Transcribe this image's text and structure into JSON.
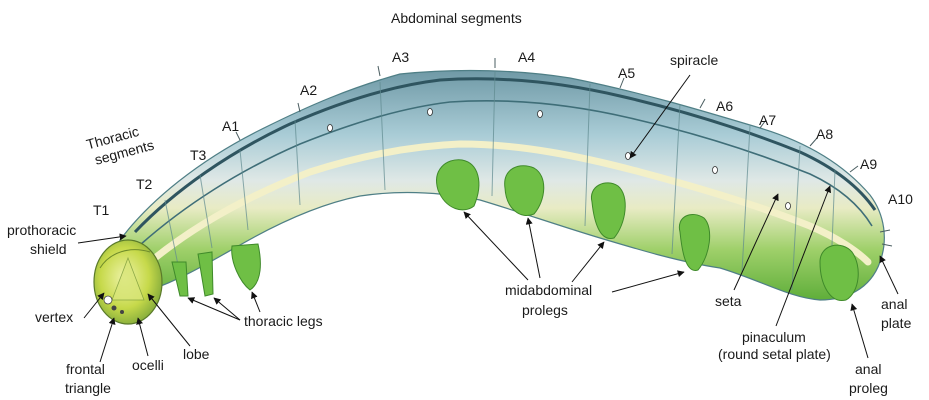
{
  "diagram": {
    "group_labels": {
      "abdominal": "Abdominal segments",
      "thoracic_line1": "Thoracic",
      "thoracic_line2": "segments"
    },
    "segments": {
      "t1": "T1",
      "t2": "T2",
      "t3": "T3",
      "a1": "A1",
      "a2": "A2",
      "a3": "A3",
      "a4": "A4",
      "a5": "A5",
      "a6": "A6",
      "a7": "A7",
      "a8": "A8",
      "a9": "A9",
      "a10": "A10"
    },
    "parts": {
      "spiracle": "spiracle",
      "prothoracic_line1": "prothoracic",
      "prothoracic_line2": "shield",
      "vertex": "vertex",
      "thoracic_legs": "thoracic legs",
      "lobe": "lobe",
      "ocelli": "ocelli",
      "frontal_line1": "frontal",
      "frontal_line2": "triangle",
      "midabdominal_line1": "midabdominal",
      "midabdominal_line2": "prolegs",
      "seta": "seta",
      "pinaculum_line1": "pinaculum",
      "pinaculum_line2": "(round setal plate)",
      "anal_plate_line1": "anal",
      "anal_plate_line2": "plate",
      "anal_proleg_line1": "anal",
      "anal_proleg_line2": "proleg"
    },
    "colors": {
      "body_green": "#7cc24a",
      "belly_cream": "#e8ebc4",
      "back_blue": "#8fb7c4",
      "stripe_dark": "#2f5560",
      "head_yellow": "#c6d94a"
    }
  }
}
